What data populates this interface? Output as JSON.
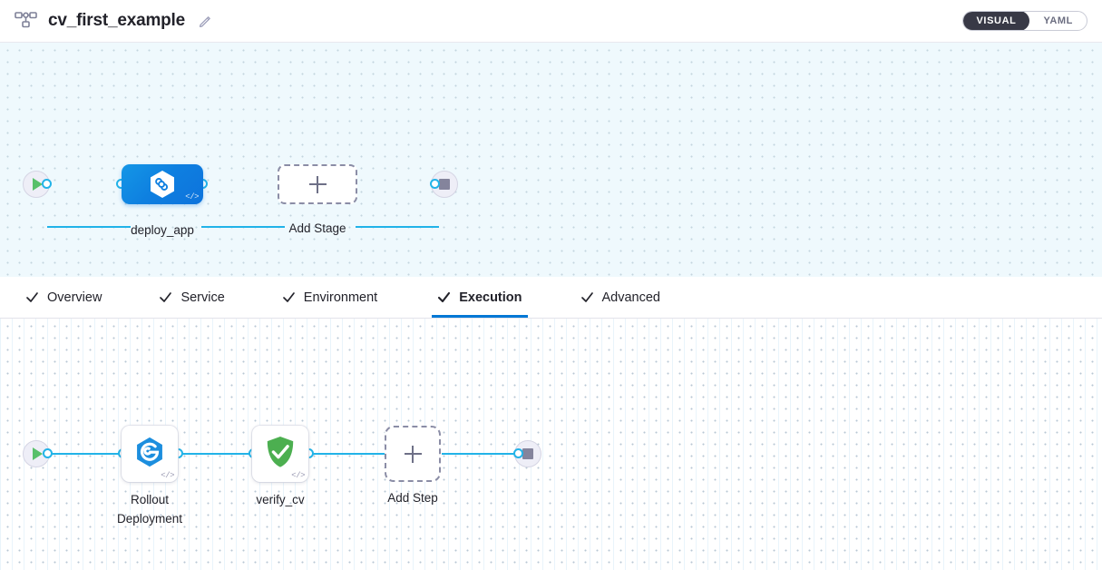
{
  "header": {
    "pipeline_icon": "pipeline-nodes-icon",
    "title": "cv_first_example",
    "edit_icon": "edit-pencil-icon",
    "mode_toggle": {
      "options": [
        {
          "label": "VISUAL",
          "active": true
        },
        {
          "label": "YAML",
          "active": false
        }
      ]
    }
  },
  "stage_graph": {
    "start_node": {
      "icon": "play-icon",
      "label": "Start"
    },
    "end_node": {
      "icon": "stop-icon",
      "label": "End"
    },
    "stages": [
      {
        "label": "deploy_app",
        "icon": "harness-cd-hexagon-icon",
        "selected": true,
        "code_glyph": "</>"
      }
    ],
    "add_stage": {
      "label": "Add Stage",
      "icon": "plus-icon"
    }
  },
  "tabs": [
    {
      "label": "Overview",
      "icon": "check-icon",
      "active": false
    },
    {
      "label": "Service",
      "icon": "check-icon",
      "active": false
    },
    {
      "label": "Environment",
      "icon": "check-icon",
      "active": false
    },
    {
      "label": "Execution",
      "icon": "check-icon",
      "active": true
    },
    {
      "label": "Advanced",
      "icon": "check-icon",
      "active": false
    }
  ],
  "execution_graph": {
    "start_node": {
      "icon": "play-icon",
      "label": "Start"
    },
    "end_node": {
      "icon": "stop-icon",
      "label": "End"
    },
    "steps": [
      {
        "label_line1": "Rollout",
        "label_line2": "Deployment",
        "icon": "kubernetes-rollout-icon",
        "code_glyph": "</>"
      },
      {
        "label_line1": "verify_cv",
        "label_line2": "",
        "icon": "green-shield-check-icon",
        "code_glyph": "</>"
      }
    ],
    "add_step": {
      "label": "Add Step",
      "icon": "plus-icon"
    }
  },
  "colors": {
    "accent_blue": "#0278d5",
    "edge_blue": "#22b3e8",
    "stage_blue": "#0e7fe0",
    "verify_green": "#4caf50",
    "toggle_dark": "#383946"
  }
}
